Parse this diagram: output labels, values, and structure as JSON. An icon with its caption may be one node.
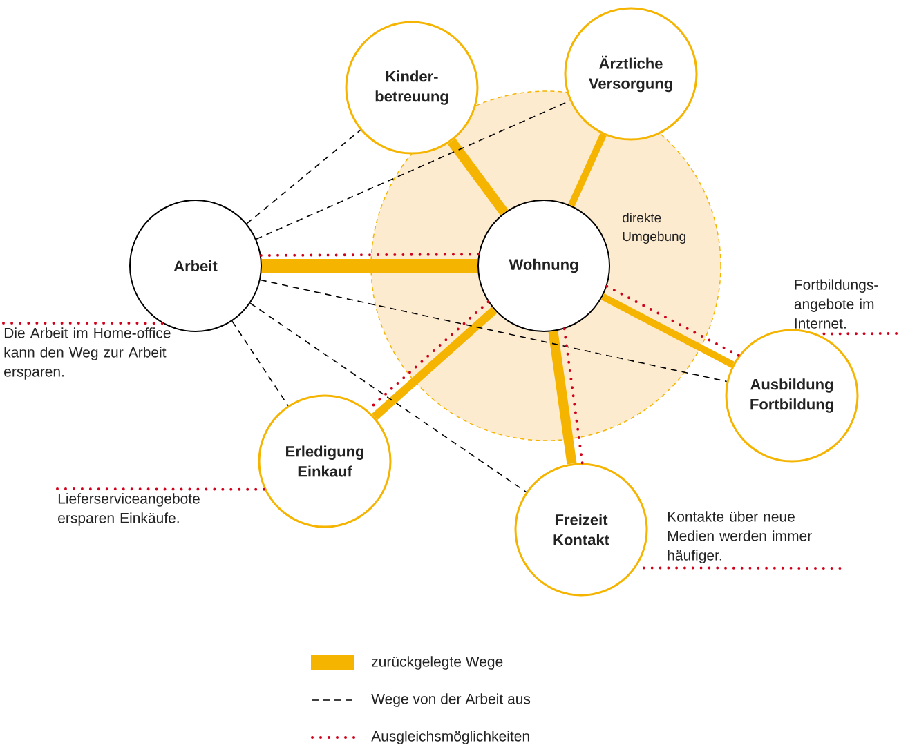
{
  "diagram": {
    "nodes": [
      {
        "text": [
          "direkte Umgebung"
        ]
      },
      {
        "text": [
          "Kinder-betreuung"
        ]
      },
      {
        "text": [
          "Ärztliche Versorgung"
        ]
      },
      {
        "text": [
          "Arbeit"
        ]
      },
      {
        "text": [
          "Wohnung"
        ],
        "in": 0
      },
      {
        "text": [
          "Ausbildung Fortbildung"
        ]
      },
      {
        "text": [
          "Erledigung Einkauf"
        ]
      },
      {
        "text": [
          "Freizeit Kontakt"
        ]
      },
      {
        "text": [
          "Die Arbeit im Home-office kann den Weg zur Arbeit ersparen."
        ]
      },
      {
        "text": [
          "Lieferserviceangebote ersparen Einkäufe."
        ]
      },
      {
        "text": [
          "Fortbildungs-angebote im Internet."
        ]
      },
      {
        "text": [
          "Kontakte über neue Medien werden immer häufiger."
        ]
      }
    ],
    "edges": [
      {
        "from": 3,
        "to": 4,
        "arrow": "none",
        "style": "thick",
        "color": "#f5b400"
      },
      {
        "from": 1,
        "to": 4,
        "arrow": "none",
        "style": "thick",
        "color": "#f5b400"
      },
      {
        "from": 2,
        "to": 4,
        "arrow": "none",
        "style": "thick",
        "color": "#f5b400"
      },
      {
        "from": 4,
        "to": 5,
        "arrow": "none",
        "style": "thick",
        "color": "#f5b400"
      },
      {
        "from": 4,
        "to": 6,
        "arrow": "none",
        "style": "thick",
        "color": "#f5b400"
      },
      {
        "from": 4,
        "to": 7,
        "arrow": "none",
        "style": "thick",
        "color": "#f5b400"
      },
      {
        "from": 3,
        "to": 1,
        "arrow": "none",
        "style": "dashed",
        "color": "#000000"
      },
      {
        "from": 3,
        "to": 2,
        "arrow": "none",
        "style": "dashed",
        "color": "#000000"
      },
      {
        "from": 3,
        "to": 5,
        "arrow": "none",
        "style": "dashed",
        "color": "#000000"
      },
      {
        "from": 3,
        "to": 6,
        "arrow": "none",
        "style": "dashed",
        "color": "#000000"
      },
      {
        "from": 3,
        "to": 7,
        "arrow": "none",
        "style": "dashed",
        "color": "#000000"
      },
      {
        "from": 3,
        "to": 4,
        "arrow": "none",
        "style": "dashed",
        "color": "#d0021b"
      },
      {
        "from": 4,
        "to": 6,
        "arrow": "none",
        "style": "dashed",
        "color": "#d0021b"
      },
      {
        "from": 4,
        "to": 5,
        "arrow": "none",
        "style": "dashed",
        "color": "#d0021b"
      },
      {
        "from": 4,
        "to": 7,
        "arrow": "none",
        "style": "dashed",
        "color": "#d0021b"
      },
      {
        "from": 8,
        "to": 3,
        "arrow": "none",
        "style": "dashed",
        "color": "#d0021b"
      },
      {
        "from": 9,
        "to": 6,
        "arrow": "none",
        "style": "dashed",
        "color": "#d0021b"
      },
      {
        "from": 10,
        "to": 5,
        "arrow": "none",
        "style": "dashed",
        "color": "#d0021b"
      },
      {
        "from": 11,
        "to": 7,
        "arrow": "none",
        "style": "dashed",
        "color": "#d0021b"
      }
    ],
    "legend": [
      {
        "text": "zurückgelegte Wege",
        "color": "#f5b400"
      },
      {
        "text": "Wege von der Arbeit aus"
      },
      {
        "text": "Ausgleichsmöglichkeiten"
      }
    ]
  }
}
